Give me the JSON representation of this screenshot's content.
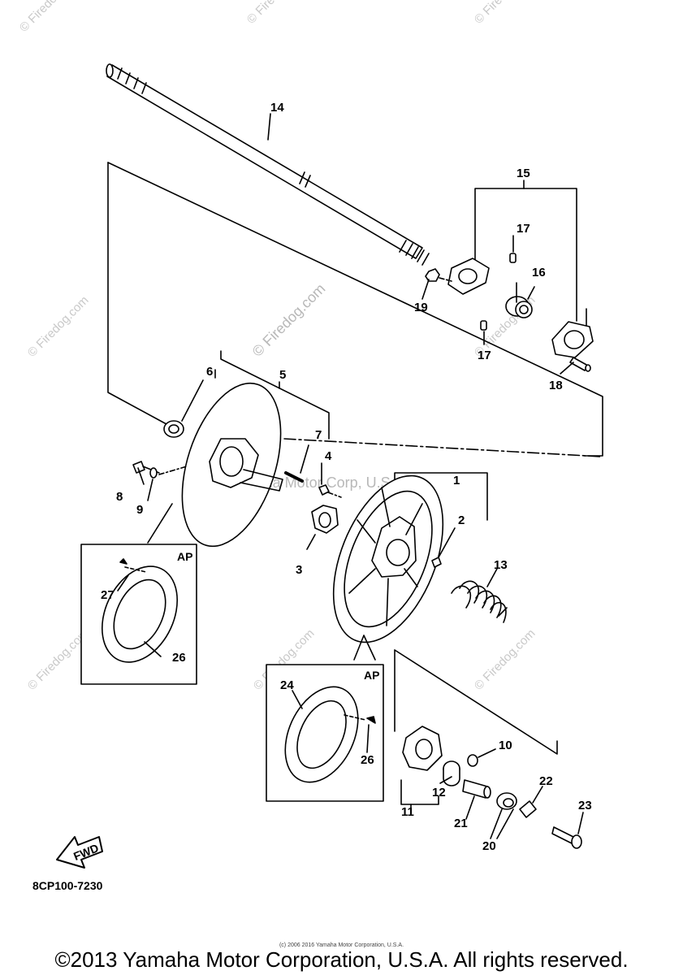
{
  "diagram": {
    "part_labels": {
      "p1": "1",
      "p2": "2",
      "p3": "3",
      "p4": "4",
      "p5": "5",
      "p6": "6",
      "p7": "7",
      "p8": "8",
      "p9": "9",
      "p10": "10",
      "p11": "11",
      "p12": "12",
      "p13": "13",
      "p14": "14",
      "p15": "15",
      "p16": "16",
      "p17a": "17",
      "p17b": "17",
      "p18": "18",
      "p19": "19",
      "p20": "20",
      "p21": "21",
      "p22": "22",
      "p23": "23",
      "p24": "24",
      "p26a": "26",
      "p26b": "26",
      "p27": "27"
    },
    "ap_label_left": "AP",
    "ap_label_right": "AP",
    "fwd_label": "FWD",
    "drawing_code": "8CP100-7230"
  },
  "watermarks": {
    "firedog": "© Firedog.com",
    "center_line": "© Yamaha Motor Corp, U.S.A."
  },
  "footer": {
    "fine_print": "(c) 2006 2016 Yamaha Motor Corporation, U.S.A.",
    "copyright": "©2013 Yamaha Motor Corporation, U.S.A. All rights reserved."
  }
}
